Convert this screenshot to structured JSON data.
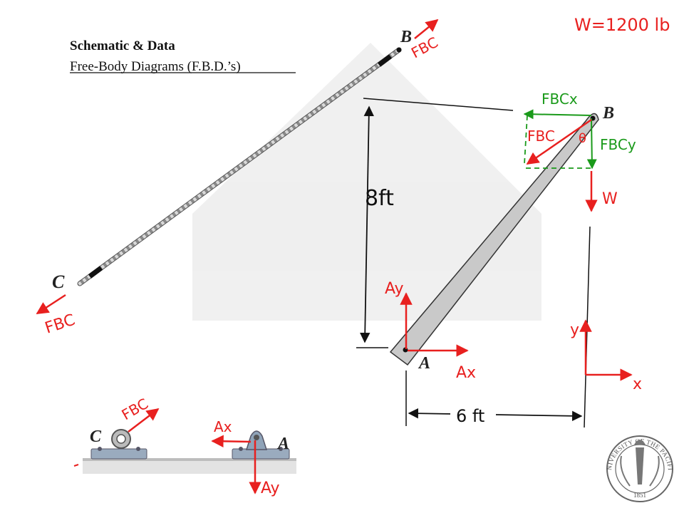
{
  "header": {
    "title": "Schematic & Data",
    "subtitle": "Free-Body Diagrams (F.B.D.’s)"
  },
  "given": {
    "weight": "W=1200 lb"
  },
  "labels": {
    "point_b": "B",
    "point_c": "C",
    "point_a": "A",
    "point_b_beam": "B",
    "point_a_beam": "A",
    "force_bc_top": "FBC",
    "force_bc_bottom": "FBC",
    "force_bc_x": "FBCx",
    "force_bc_y": "FBCy",
    "force_bc_beam": "FBC",
    "angle": "θ",
    "weight": "W",
    "reaction_ax": "Ax",
    "reaction_ay": "Ay",
    "support_ax": "Ax",
    "support_ay": "Ay",
    "support_fbc": "FBC",
    "height_dim": "8ft",
    "width_dim": "6 ft",
    "axis_x": "x",
    "axis_y": "y"
  },
  "seal": {
    "text": "UNIVERSITY OF THE PACIFIC",
    "year": "1851"
  },
  "colors": {
    "red": "#e8201f",
    "green": "#1a9a1a",
    "beam_fill": "#c9c9c9",
    "base_fill": "#9aabbe"
  }
}
